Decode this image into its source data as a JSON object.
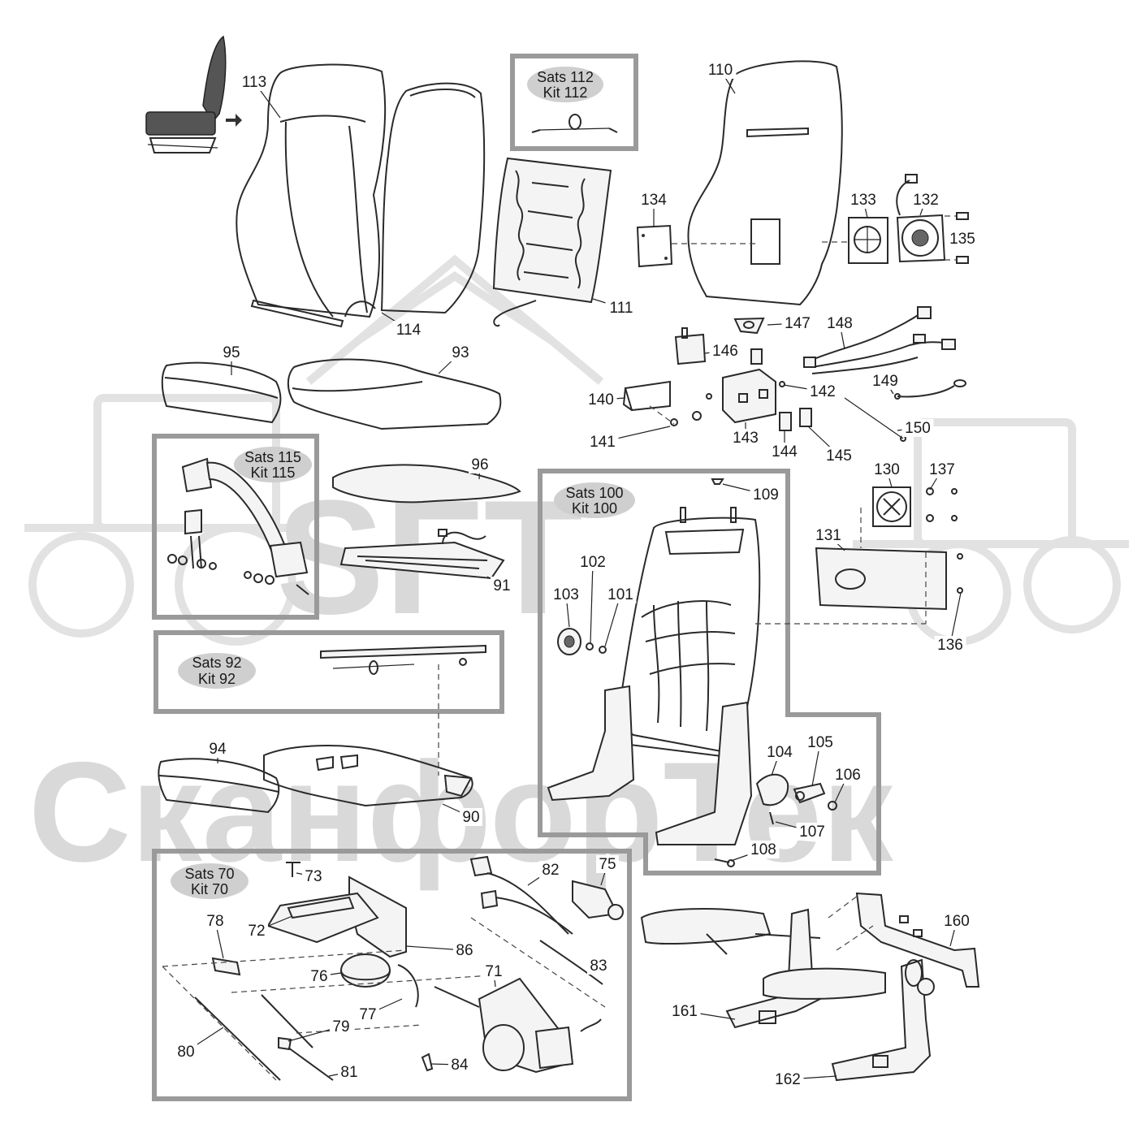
{
  "watermark": {
    "logo_text": "SFT",
    "brand_text": "СканфорТек"
  },
  "kits": [
    {
      "id": "kit-112",
      "line1": "Sats 112",
      "line2": "Kit 112"
    },
    {
      "id": "kit-115",
      "line1": "Sats 115",
      "line2": "Kit 115"
    },
    {
      "id": "kit-100",
      "line1": "Sats 100",
      "line2": "Kit 100"
    },
    {
      "id": "kit-92",
      "line1": "Sats 92",
      "line2": "Kit 92"
    },
    {
      "id": "kit-70",
      "line1": "Sats 70",
      "line2": "Kit 70"
    }
  ],
  "part_numbers": [
    "113",
    "110",
    "134",
    "133",
    "132",
    "135",
    "114",
    "111",
    "95",
    "93",
    "147",
    "148",
    "146",
    "142",
    "140",
    "143",
    "144",
    "145",
    "149",
    "150",
    "141",
    "96",
    "91",
    "109",
    "137",
    "130",
    "131",
    "136",
    "102",
    "103",
    "101",
    "94",
    "90",
    "104",
    "105",
    "106",
    "107",
    "108",
    "73",
    "75",
    "82",
    "72",
    "86",
    "78",
    "76",
    "77",
    "71",
    "83",
    "79",
    "80",
    "81",
    "84",
    "160",
    "161",
    "162"
  ]
}
